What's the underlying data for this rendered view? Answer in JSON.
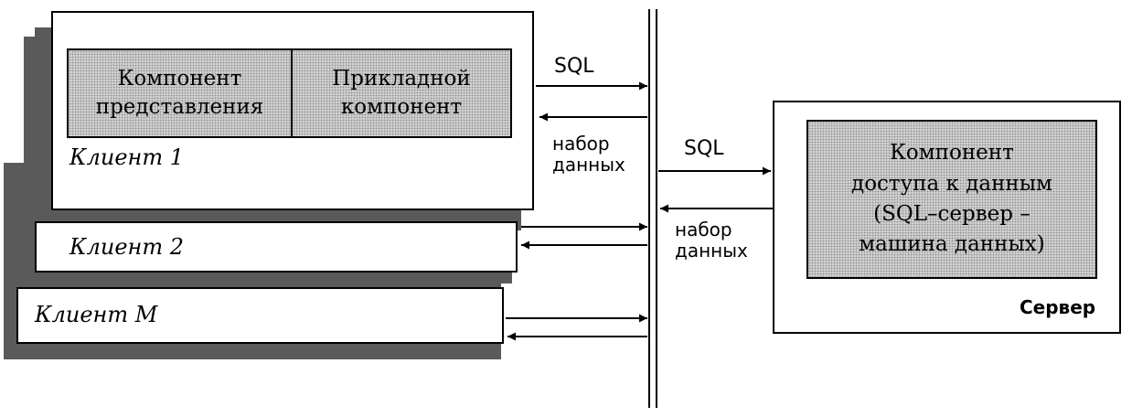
{
  "client1": {
    "presentation_component": "Компонент\nпредставления",
    "application_component": "Прикладной\nкомпонент",
    "label": "Клиент 1"
  },
  "client2": {
    "label": "Клиент 2"
  },
  "clientM": {
    "label": "Клиент М"
  },
  "links": {
    "query_label": "SQL",
    "result_label": "набор\nданных"
  },
  "server": {
    "data_access_component": "Компонент\nдоступа к данным\n(SQL–сервер –\nмашина данных)",
    "label": "Сервер"
  }
}
